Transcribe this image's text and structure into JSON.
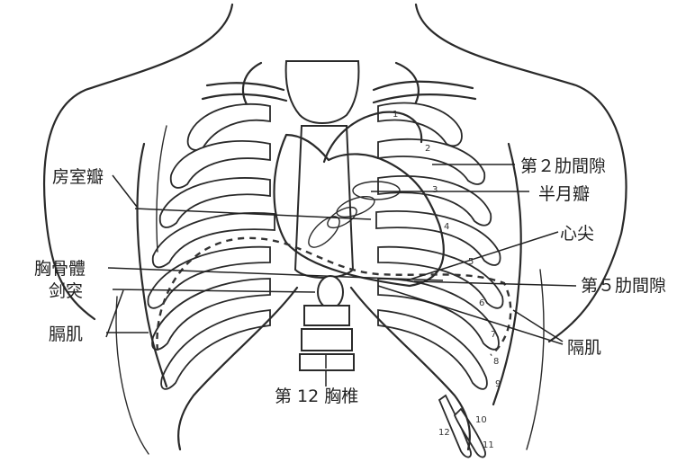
{
  "labels": {
    "intercostal_2": "第２肋間隙",
    "semilunar_valve": "半月瓣",
    "atrioventricular_valve": "房室瓣",
    "apex": "心尖",
    "sternal_body": "胸骨體",
    "xiphoid": "剑突",
    "intercostal_5": "第５肋間隙",
    "diaphragm_left": "膈肌",
    "diaphragm_right": "隔肌",
    "thoracic_vertebra_12": "第 12 胸椎"
  },
  "rib_numbers": [
    "1",
    "2",
    "3",
    "4",
    "5",
    "6",
    "7",
    "8",
    "9",
    "10",
    "11",
    "12"
  ]
}
